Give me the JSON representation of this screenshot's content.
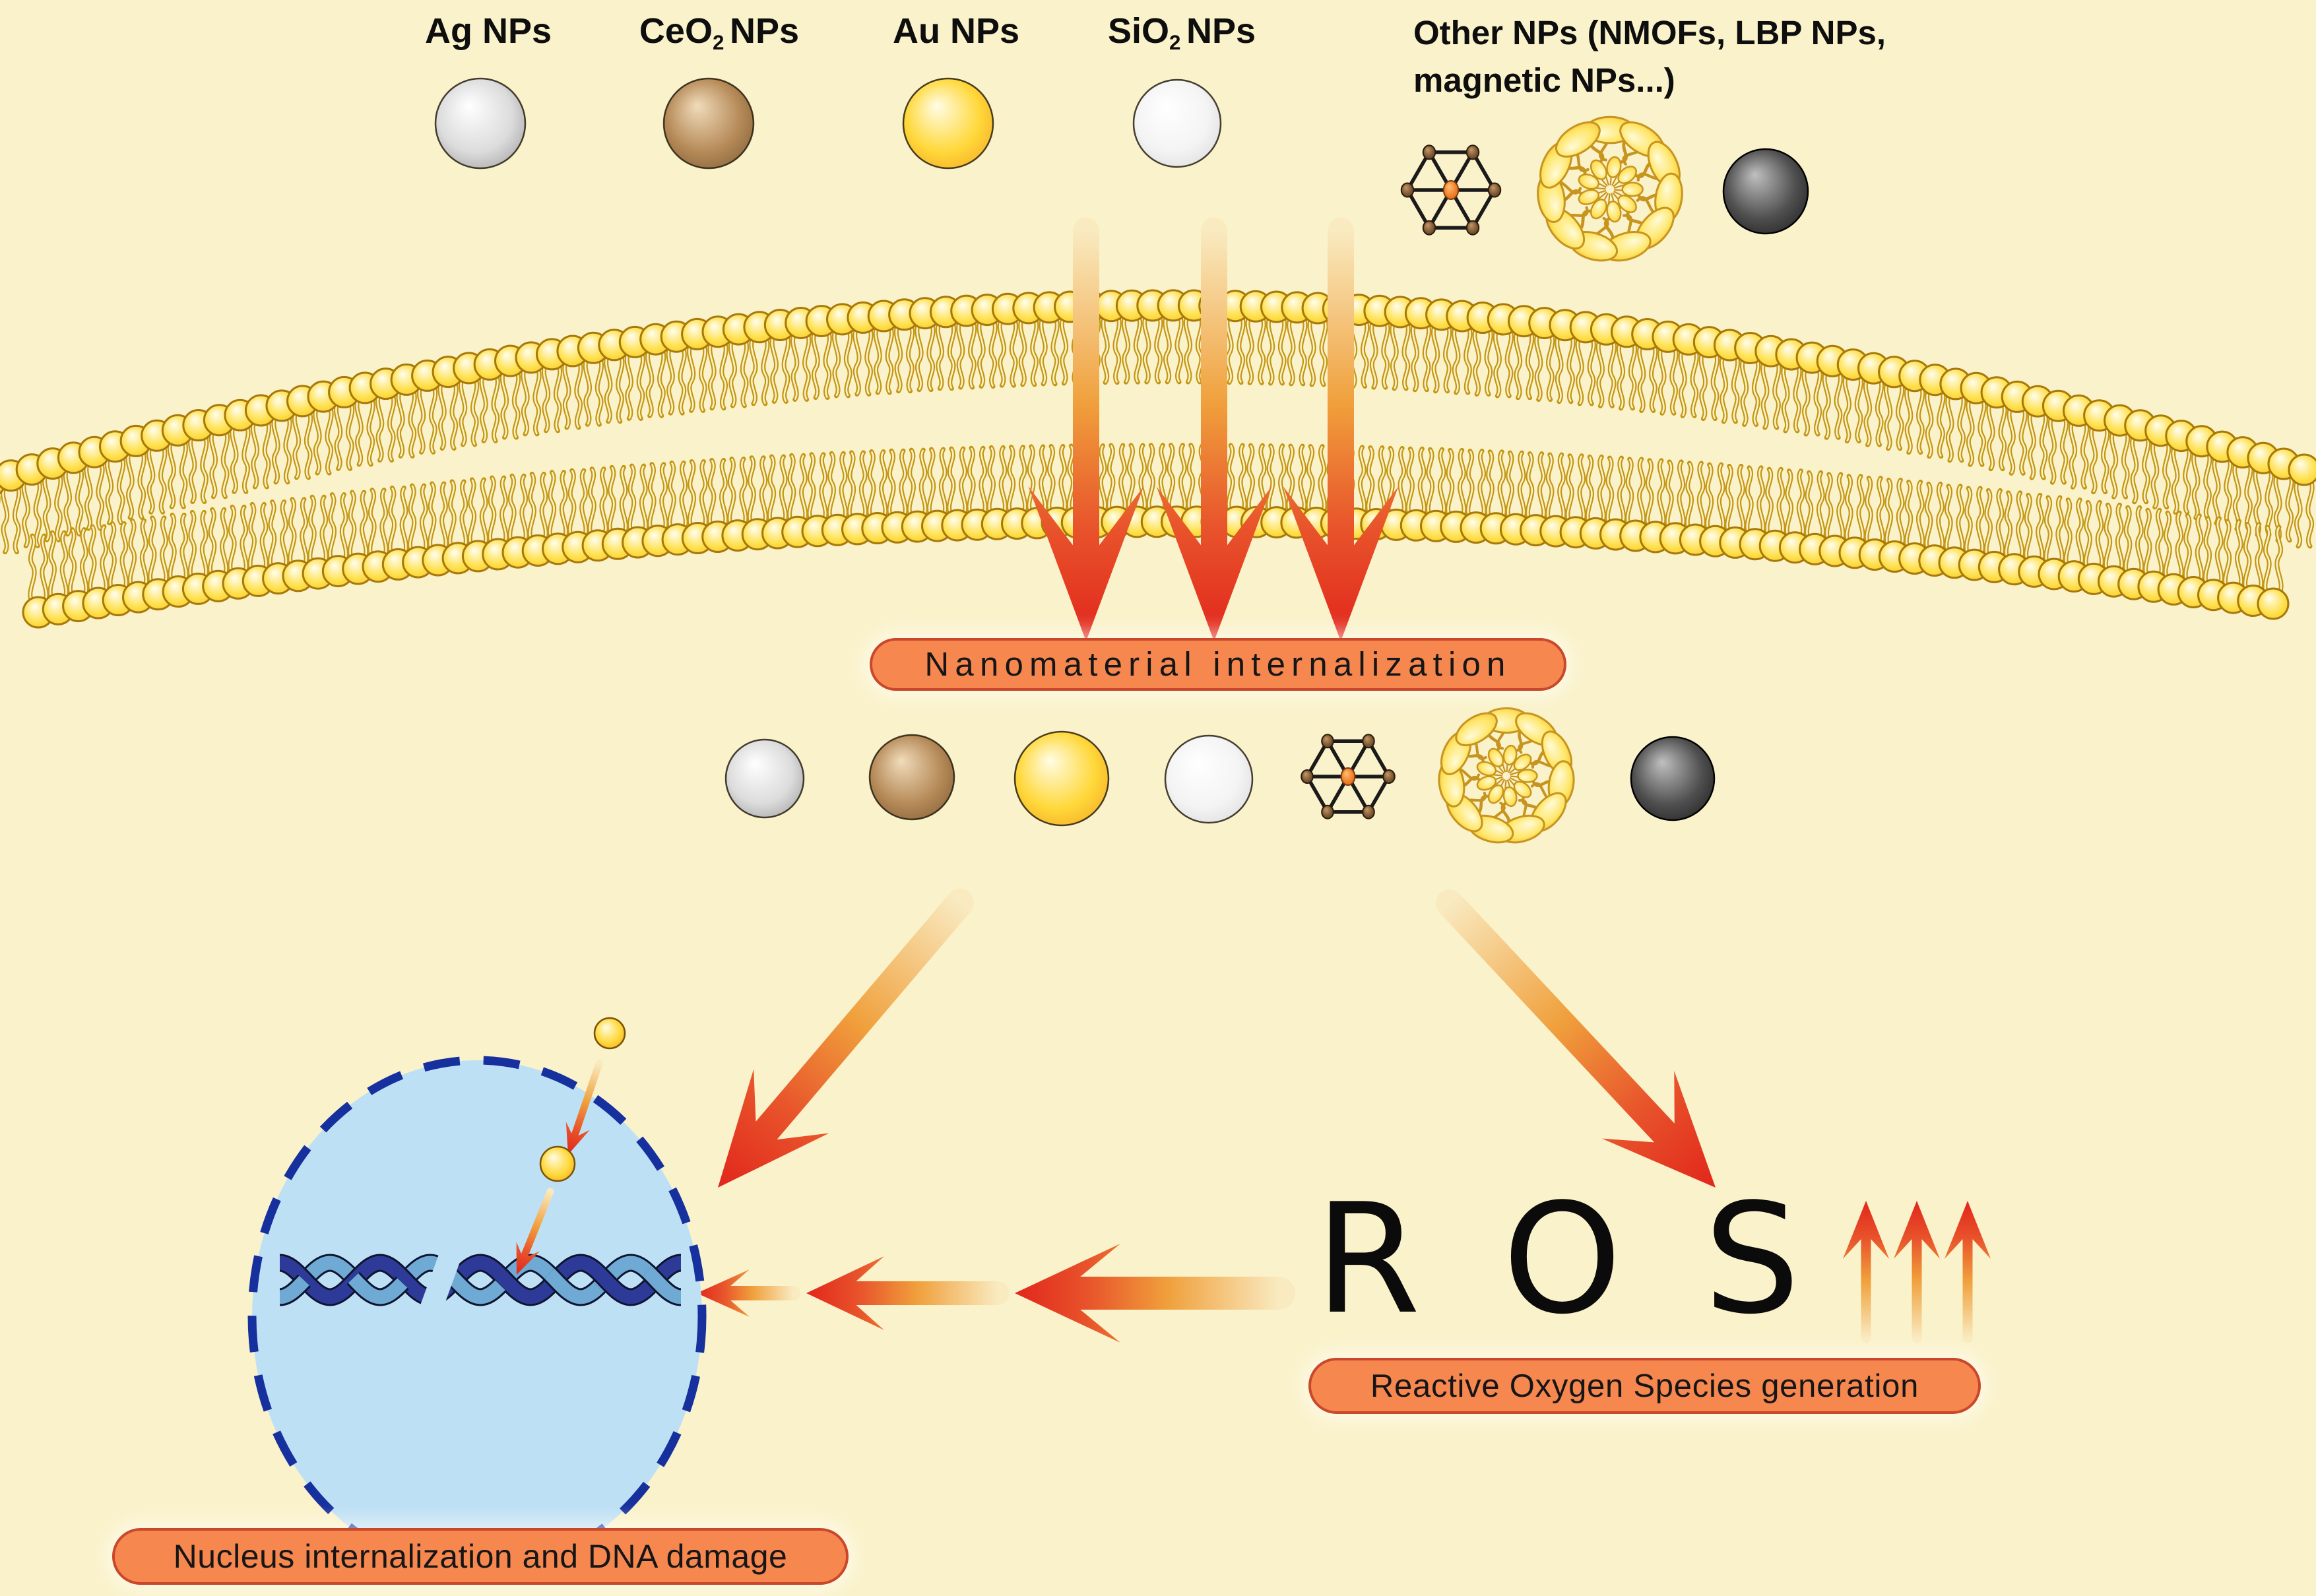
{
  "legend": {
    "items": [
      {
        "label": "Ag NPs",
        "icon": "silver-np-sphere-icon",
        "color": "#9E9E9E"
      },
      {
        "label_main": "CeO",
        "label_sub": "2",
        "label_suffix": "NPs",
        "icon": "ceria-np-sphere-icon",
        "color": "#9A6F42"
      },
      {
        "label": "Au NPs",
        "icon": "gold-np-sphere-icon",
        "color": "#F5B915"
      },
      {
        "label_main": "SiO",
        "label_sub": "2",
        "label_suffix": "NPs",
        "icon": "silica-np-sphere-icon",
        "color": "#E8E8E8"
      },
      {
        "label_line1": "Other NPs (NMOFs, LBP NPs,",
        "label_line2": "magnetic NPs...)",
        "icons": [
          "nmof-framework-icon",
          "lbp-lipid-flower-icon",
          "magnetic-np-sphere-icon"
        ]
      }
    ]
  },
  "labels": {
    "internalization": "Nanomaterial internalization",
    "ros": "ROS",
    "ros_generation": "Reactive Oxygen Species generation",
    "nucleus_damage": "Nucleus internalization and DNA damage"
  },
  "scene": {
    "membrane": "lipid-bilayer-membrane-icon",
    "crossing_arrows": "membrane-crossing-arrows-icon",
    "np_to_nucleus_arrow": "np-to-nucleus-arrow-icon",
    "np_to_ros_arrow": "np-to-ros-arrow-icon",
    "ros_to_dna_arrows": "ros-to-dna-arrows-icon",
    "ros_increase_arrows": "ros-increase-arrows-icon",
    "nucleus": "nucleus-icon",
    "dna": "dna-double-helix-icon",
    "gold_np_entering": "gold-np-entering-nucleus-icon"
  },
  "colors": {
    "background": "#FAF2CA",
    "pill_fill": "#F6874F",
    "pill_border": "#C9472A",
    "ink": "#141414",
    "arrow_gradient": [
      "#F9EAC0",
      "#F0A03C",
      "#E8542B",
      "#E1261C"
    ],
    "membrane_line": "#C49612",
    "membrane_head_stroke": "#A8790A",
    "membrane_head": [
      "#FFFEF2",
      "#FFE14F",
      "#F3BE1C"
    ],
    "nucleus_fill": "#BEE0F5",
    "nucleus_border": "#16309E",
    "dna_dark": "#2E3A97",
    "dna_light": "#6FAAD4",
    "dna_outline": "#0E1430",
    "np_silver": [
      "#FFFFFF",
      "#DCDCDC",
      "#8E8E8E"
    ],
    "np_ceria": [
      "#F0DCBB",
      "#B68A58",
      "#70522F"
    ],
    "np_gold": [
      "#FFFDE6",
      "#FFD83A",
      "#F0991F"
    ],
    "np_silica": [
      "#FFFFFF",
      "#F4F4F4",
      "#D2D2D2"
    ],
    "np_black": [
      "#C0C0C0",
      "#4F4F4F",
      "#121212"
    ],
    "nmof_node": [
      "#C79A67",
      "#7A5634",
      "#46301A"
    ],
    "nmof_center": [
      "#FFC177",
      "#F07F28",
      "#D85A10"
    ],
    "nmof_edge": "#1A1A1A",
    "lbp_petal": [
      "#FFFBDA",
      "#FFE668",
      "#EFB01E"
    ],
    "lbp_stroke": "#C7941E"
  }
}
